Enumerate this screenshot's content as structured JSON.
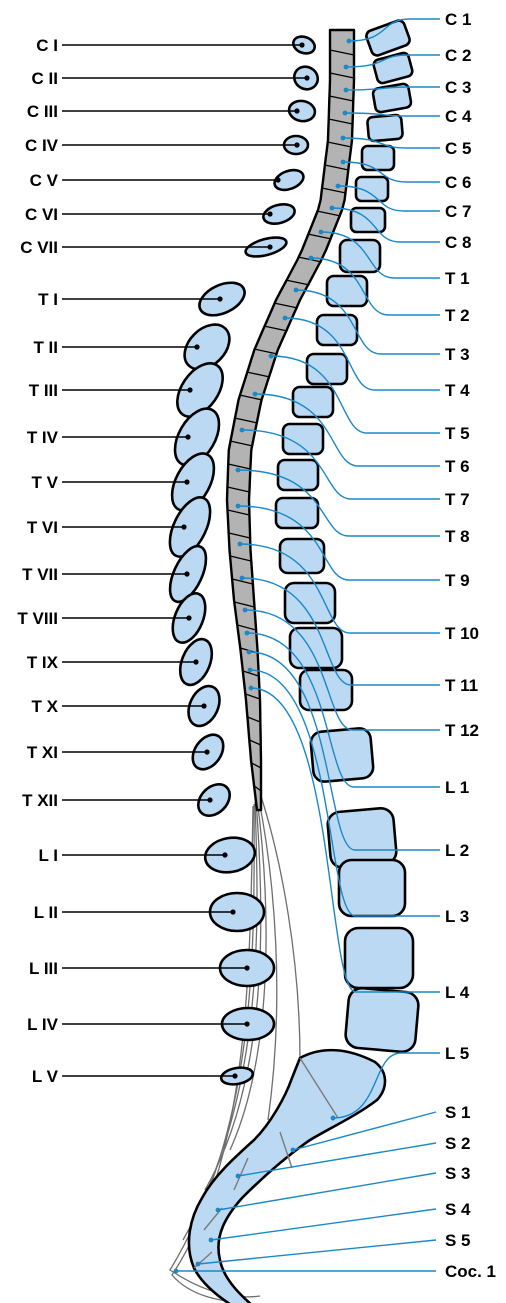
{
  "vertebrae_labels": [
    "C I",
    "C II",
    "C III",
    "C IV",
    "C V",
    "C VI",
    "C VII",
    "T I",
    "T II",
    "T III",
    "T IV",
    "T V",
    "T VI",
    "T VII",
    "T VIII",
    "T IX",
    "T X",
    "T XI",
    "T XII",
    "L I",
    "L II",
    "L III",
    "L IV",
    "L V"
  ],
  "segment_labels": [
    "C 1",
    "C 2",
    "C 3",
    "C 4",
    "C 5",
    "C 6",
    "C 7",
    "C 8",
    "T 1",
    "T 2",
    "T 3",
    "T 4",
    "T 5",
    "T 6",
    "T 7",
    "T 8",
    "T 9",
    "T 10",
    "T 11",
    "T 12",
    "L 1",
    "L 2",
    "L 3",
    "L 4",
    "L 5",
    "S 1",
    "S 2",
    "S 3",
    "S 4",
    "S 5",
    "Coc. 1"
  ],
  "colors": {
    "bone_fill": "#bcd9f3",
    "outline": "#000000",
    "spinal_cord": "#b3b3b3",
    "nerve_lines": "#1a88c9",
    "nerve_roots": "#6e6e6e"
  }
}
